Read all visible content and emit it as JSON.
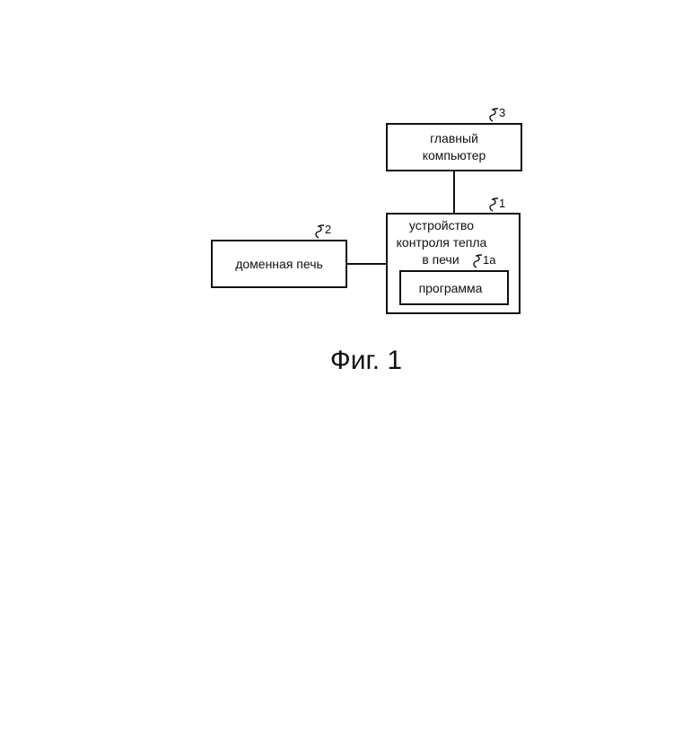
{
  "nodes": {
    "main_computer": {
      "ref": "3",
      "lines": [
        "главный",
        "компьютер"
      ]
    },
    "heat_control_device": {
      "ref": "1",
      "lines": [
        "устройство",
        "контроля тепла",
        "в печи"
      ]
    },
    "program": {
      "ref": "1a",
      "label": "программа"
    },
    "blast_furnace": {
      "ref": "2",
      "label": "доменная печь"
    }
  },
  "caption": "Фиг. 1"
}
